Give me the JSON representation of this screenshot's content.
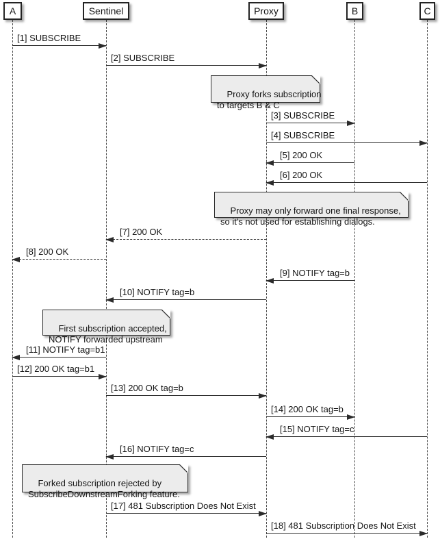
{
  "diagram": {
    "type": "sequence",
    "participants": [
      {
        "label": "A"
      },
      {
        "label": "Sentinel"
      },
      {
        "label": "Proxy"
      },
      {
        "label": "B"
      },
      {
        "label": "C"
      }
    ],
    "messages": [
      {
        "label": "[1] SUBSCRIBE",
        "from": "A",
        "to": "Sentinel",
        "line": "solid"
      },
      {
        "label": "[2] SUBSCRIBE",
        "from": "Sentinel",
        "to": "Proxy",
        "line": "solid"
      },
      {
        "label": "[3] SUBSCRIBE",
        "from": "Proxy",
        "to": "B",
        "line": "solid"
      },
      {
        "label": "[4] SUBSCRIBE",
        "from": "Proxy",
        "to": "C",
        "line": "solid"
      },
      {
        "label": "[5] 200 OK",
        "from": "B",
        "to": "Proxy",
        "line": "solid"
      },
      {
        "label": "[6] 200 OK",
        "from": "C",
        "to": "Proxy",
        "line": "solid"
      },
      {
        "label": "[7] 200 OK",
        "from": "Proxy",
        "to": "Sentinel",
        "line": "dashed"
      },
      {
        "label": "[8] 200 OK",
        "from": "Sentinel",
        "to": "A",
        "line": "dashed"
      },
      {
        "label": "[9] NOTIFY tag=b",
        "from": "B",
        "to": "Proxy",
        "line": "solid"
      },
      {
        "label": "[10] NOTIFY tag=b",
        "from": "Proxy",
        "to": "Sentinel",
        "line": "solid"
      },
      {
        "label": "[11] NOTIFY tag=b1",
        "from": "Sentinel",
        "to": "A",
        "line": "solid"
      },
      {
        "label": "[12] 200 OK tag=b1",
        "from": "A",
        "to": "Sentinel",
        "line": "solid"
      },
      {
        "label": "[13] 200 OK tag=b",
        "from": "Sentinel",
        "to": "Proxy",
        "line": "solid"
      },
      {
        "label": "[14] 200 OK tag=b",
        "from": "Proxy",
        "to": "B",
        "line": "solid"
      },
      {
        "label": "[15] NOTIFY tag=c",
        "from": "C",
        "to": "Proxy",
        "line": "solid"
      },
      {
        "label": "[16] NOTIFY tag=c",
        "from": "Proxy",
        "to": "Sentinel",
        "line": "solid"
      },
      {
        "label": "[17] 481 Subscription Does Not Exist",
        "from": "Sentinel",
        "to": "Proxy",
        "line": "solid"
      },
      {
        "label": "[18] 481 Subscription Does Not Exist",
        "from": "Proxy",
        "to": "C",
        "line": "solid"
      }
    ],
    "notes": [
      {
        "text": "Proxy forks subscription\nto targets B & C",
        "anchor": "Proxy"
      },
      {
        "text": "Proxy may only forward one final response,\nso it's not used for establishing dialogs.",
        "anchor": "Proxy"
      },
      {
        "text": "First subscription accepted,\nNOTIFY forwarded upstream",
        "anchor": "Sentinel"
      },
      {
        "text": "Forked subscription rejected by\nSubscribeDownstreamForking feature.",
        "anchor": "Sentinel"
      }
    ],
    "colors": {
      "background": "#ffffff",
      "participant_fill": "#fefefe",
      "note_fill": "#ececec",
      "line": "#2b2b2b",
      "text": "#131313"
    }
  }
}
